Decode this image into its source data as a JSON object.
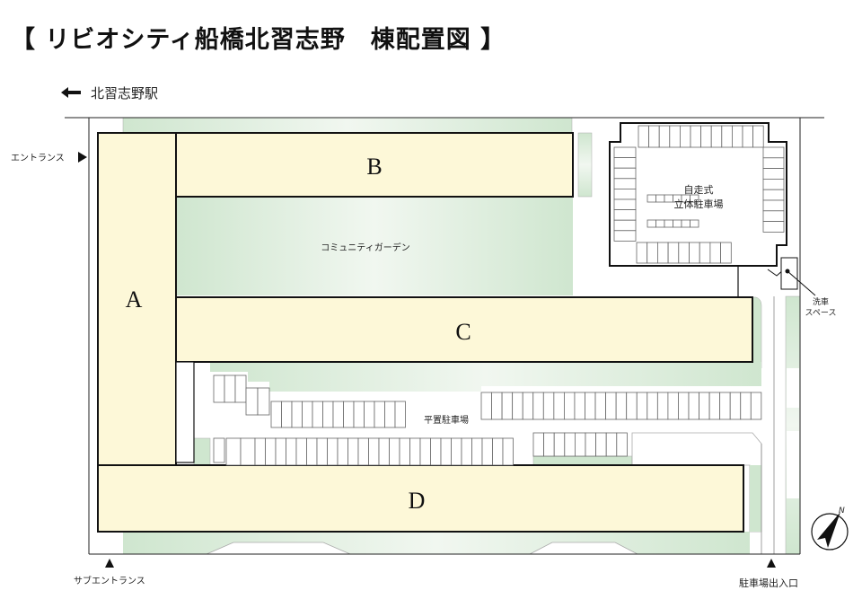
{
  "title": "【 リビオシティ船橋北習志野　棟配置図 】",
  "station_label": "北習志野駅",
  "entrances": {
    "main": "エントランス",
    "sub": "サブエントランス",
    "parking": "駐車場出入口"
  },
  "buildings": {
    "A": "A",
    "B": "B",
    "C": "C",
    "D": "D"
  },
  "areas": {
    "garden": "コミュニティガーデン",
    "garage_line1": "自走式",
    "garage_line2": "立体駐車場",
    "flat_parking": "平置駐車場",
    "wash_line1": "洗車",
    "wash_line2": "スペース"
  },
  "compass_label": "N",
  "colors": {
    "building": "#fdf8d8",
    "green": "#d6ead6",
    "line": "#111111"
  }
}
